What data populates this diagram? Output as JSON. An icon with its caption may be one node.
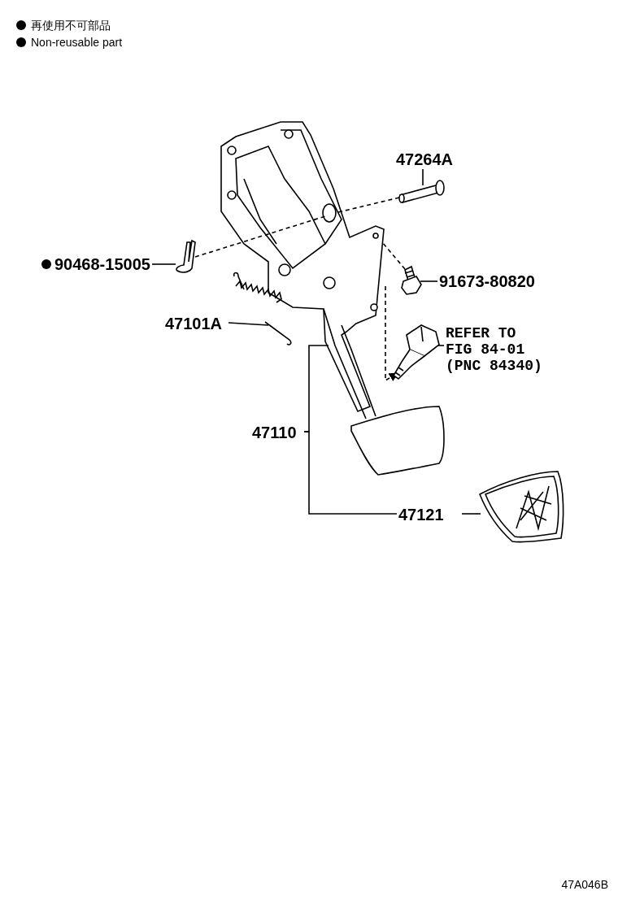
{
  "diagram": {
    "nodes": [
      {
        "text": [
          "47264A"
        ]
      },
      {
        "text": [],
        "shape": "picture"
      },
      {
        "text": [
          "90468-15005"
        ]
      },
      {
        "text": [],
        "shape": "picture"
      },
      {
        "text": [
          "91673-80820"
        ]
      },
      {
        "text": [],
        "shape": "picture"
      },
      {
        "text": [
          "47101A"
        ]
      },
      {
        "text": [],
        "shape": "picture"
      },
      {
        "text": [
          "REFER TO FIG 84-01 (PNC 84340)"
        ]
      },
      {
        "text": [],
        "shape": "picture"
      },
      {
        "text": [
          "47110"
        ]
      },
      {
        "text": [],
        "shape": "picture"
      },
      {
        "text": [
          "47121"
        ]
      },
      {
        "text": [],
        "shape": "picture"
      }
    ],
    "edges": [
      {
        "from": 0,
        "to": 1,
        "arrow": "none"
      },
      {
        "from": 2,
        "to": 3,
        "arrow": "none"
      },
      {
        "from": 4,
        "to": 5,
        "arrow": "none"
      },
      {
        "from": 6,
        "to": 7,
        "arrow": "none"
      },
      {
        "from": 8,
        "to": 9,
        "arrow": "none"
      },
      {
        "from": 10,
        "to": 11,
        "arrow": "none"
      },
      {
        "from": 10,
        "to": 12,
        "arrow": "none"
      },
      {
        "from": 12,
        "to": 13,
        "arrow": "none"
      },
      {
        "from": 1,
        "to": 11,
        "arrow": "none",
        "style": "dashed"
      },
      {
        "from": 3,
        "to": 11,
        "arrow": "none",
        "style": "dashed"
      },
      {
        "from": 5,
        "to": 11,
        "arrow": "none",
        "style": "dashed"
      },
      {
        "from": 11,
        "to": 9,
        "arrow": "to",
        "style": "dashed"
      }
    ],
    "labels": [
      "47A046B"
    ],
    "legend": [
      {
        "text": "再使用不可部品"
      },
      {
        "text": "Non-reusable part"
      }
    ]
  }
}
